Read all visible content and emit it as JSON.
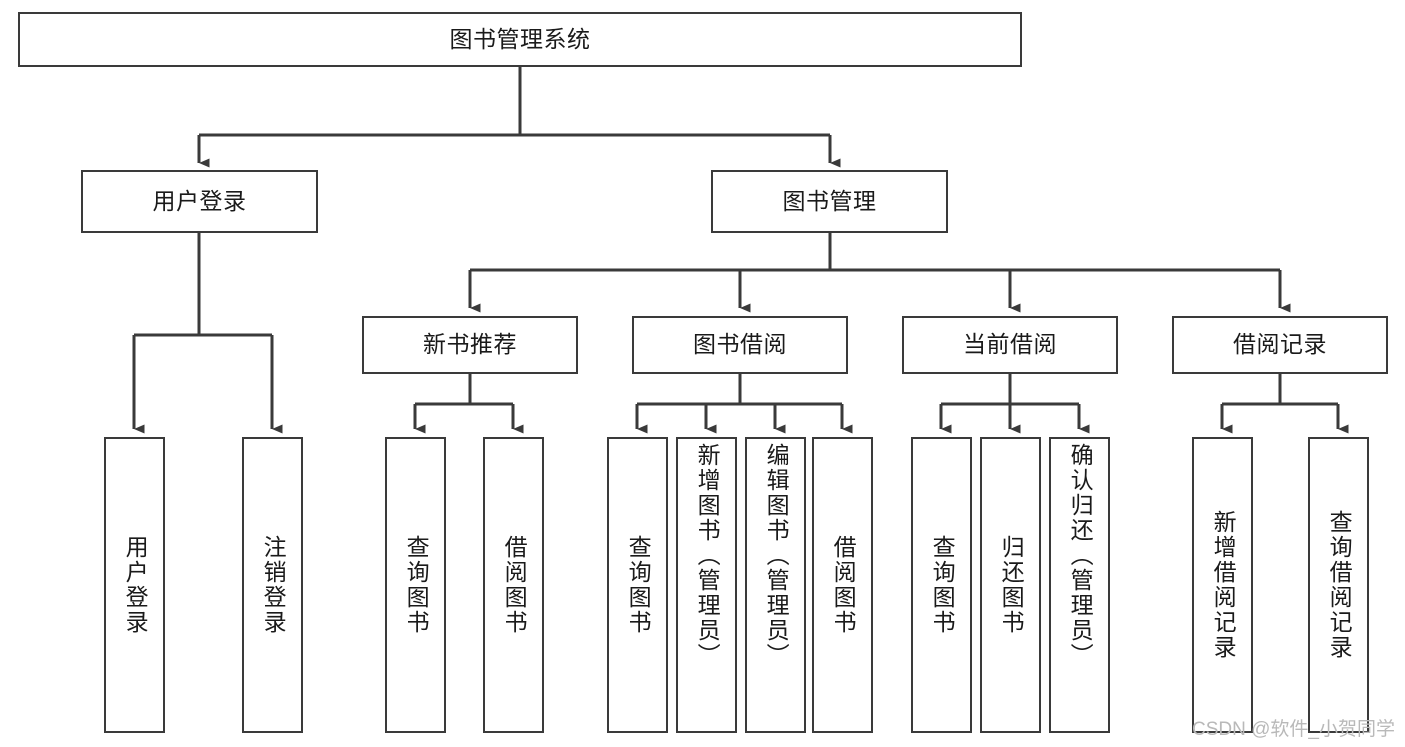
{
  "diagram": {
    "title": "图书管理系统",
    "type": "tree-hierarchy-diagram",
    "colors": {
      "box_border": "#3a3a3a",
      "box_fill": "#ffffff",
      "connector": "#3a3a3a",
      "text": "#1a1a1a",
      "watermark": "#b9b9b9",
      "background": "#ffffff"
    },
    "root": {
      "label": "图书管理系统"
    },
    "level2": [
      {
        "label": "用户登录"
      },
      {
        "label": "图书管理"
      }
    ],
    "level3": [
      {
        "label": "新书推荐"
      },
      {
        "label": "图书借阅"
      },
      {
        "label": "当前借阅"
      },
      {
        "label": "借阅记录"
      }
    ],
    "leaves": {
      "user_login": [
        {
          "label": "用户登录"
        },
        {
          "label": "注销登录"
        }
      ],
      "new_book_recommend": [
        {
          "label": "查询图书"
        },
        {
          "label": "借阅图书"
        }
      ],
      "book_borrow": [
        {
          "label": "查询图书"
        },
        {
          "label": "新增图书（管理员）"
        },
        {
          "label": "编辑图书（管理员）"
        },
        {
          "label": "借阅图书"
        }
      ],
      "current_borrow": [
        {
          "label": "查询图书"
        },
        {
          "label": "归还图书"
        },
        {
          "label": "确认归还（管理员）"
        }
      ],
      "borrow_record": [
        {
          "label": "新增借阅记录"
        },
        {
          "label": "查询借阅记录"
        }
      ]
    },
    "watermark": "CSDN @软件_小贺同学"
  }
}
